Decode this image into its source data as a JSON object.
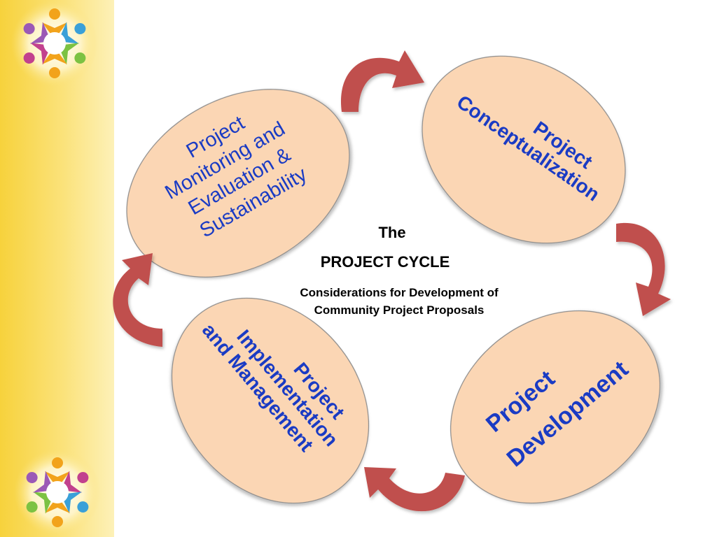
{
  "diagram": {
    "title_line1": "The",
    "title_line2": "PROJECT CYCLE",
    "subtitle_line1": "Considerations for Development of",
    "subtitle_line2": "Community Project Proposals",
    "stages": {
      "conceptualization": {
        "line1": "Project",
        "line2": "Conceptualization"
      },
      "development": {
        "line1": "Project",
        "line2": "Development"
      },
      "implementation": {
        "line1": "Project",
        "line2": "Implementation",
        "line3": "and Management"
      },
      "monitoring": {
        "line1": "Project",
        "line2": "Monitoring and",
        "line3": "Evaluation &",
        "line4": "Sustainability"
      }
    }
  },
  "colors": {
    "ellipse_fill": "#fbd6b4",
    "ellipse_stroke": "#8a8a8a",
    "text_blue": "#1a3bc4",
    "arrow_red": "#c0504d",
    "sidebar_yellow": "#f7d23c"
  },
  "icons": {
    "top": "people-circle-emblem",
    "bottom": "people-circle-emblem"
  }
}
